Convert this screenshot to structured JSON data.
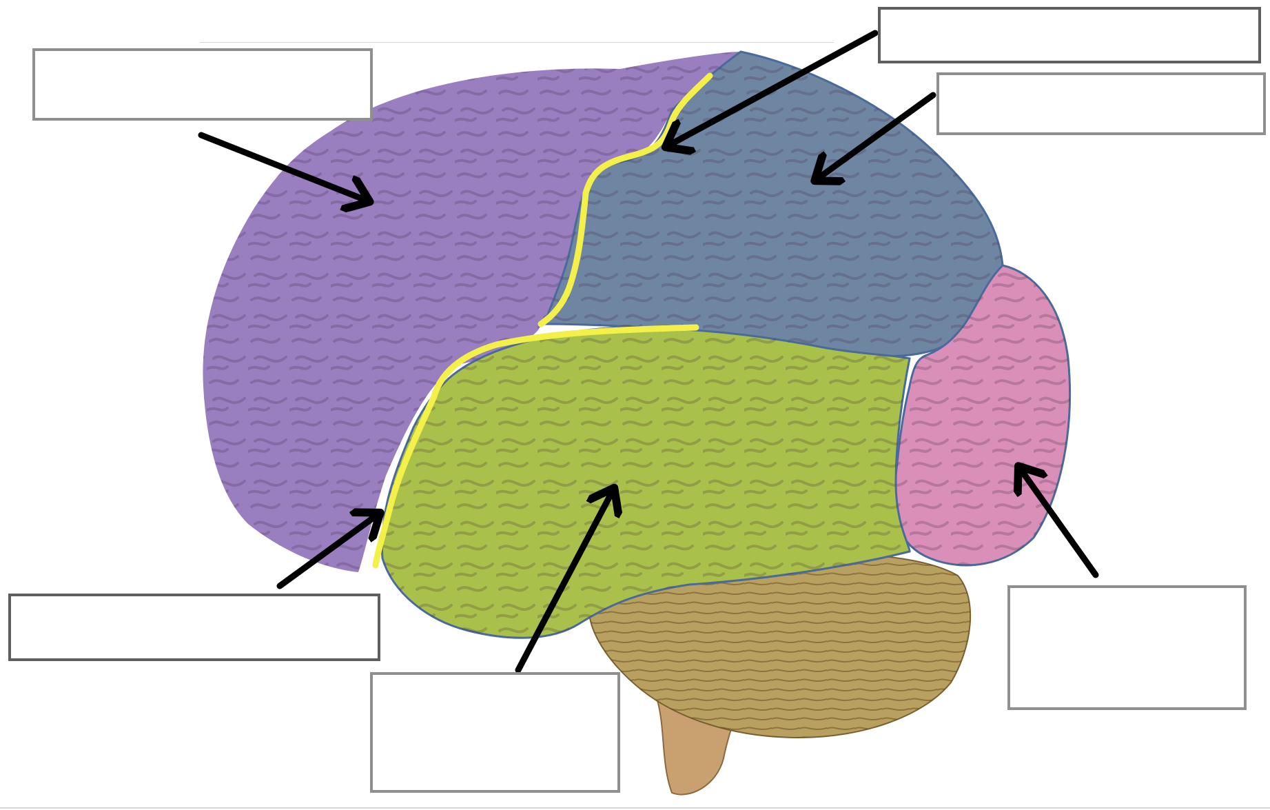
{
  "diagram": {
    "labels": [
      {
        "id": "top-left",
        "text": ""
      },
      {
        "id": "top-right-1",
        "text": ""
      },
      {
        "id": "top-right-2",
        "text": ""
      },
      {
        "id": "bottom-left",
        "text": ""
      },
      {
        "id": "bottom-mid",
        "text": ""
      },
      {
        "id": "bottom-right",
        "text": ""
      }
    ],
    "colors": {
      "frontal_lobe": "#9a7fc0",
      "parietal_lobe": "#6f86a3",
      "temporal_lobe": "#a9c04a",
      "occipital_lobe": "#d98fb8",
      "sulcus_highlight": "#f4f04a",
      "cerebellum": "#b8a060",
      "brainstem": "#c9a070",
      "region_outline": "#4a6a9a",
      "arrow": "#000000"
    }
  }
}
